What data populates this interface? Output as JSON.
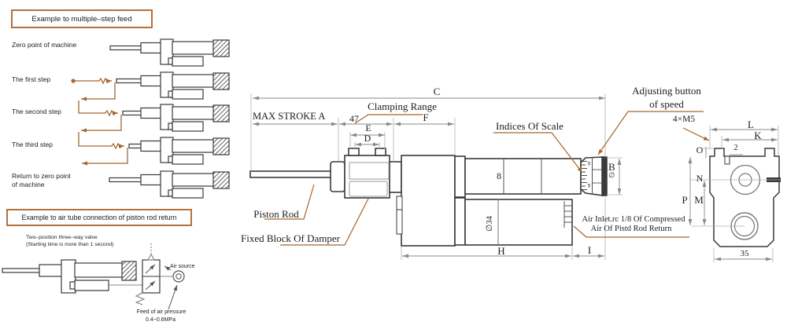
{
  "colors": {
    "leader_brown": "#a5672e",
    "box_border_brown": "#b5713a",
    "outline_dark": "#3a3a3a",
    "dimension_gray": "#8a8a8a"
  },
  "panel_left": {
    "box1_title": "Example to multiple–step feed",
    "steps": {
      "s1": "Zero point of machine",
      "s2": "The first step",
      "s3": "The second step",
      "s4": "The third step",
      "s5a": "Return to zero point",
      "s5b": "of machine"
    },
    "box2_title": "Example to air tube connection of piston rod return",
    "valve_note1": "Two–position three–way valve",
    "valve_note2": "(Starting time is more than 1 second)",
    "air_source_label": "Air source",
    "feed_label1": "Feed of air pressure",
    "feed_label2": "0.4~0.6MPa"
  },
  "main_view": {
    "dim_c": "C",
    "max_stroke": "MAX STROKE A",
    "dim_47": "47",
    "clamping_range": "Clamping Range",
    "dim_f": "F",
    "dim_e": "E",
    "dim_d": "D",
    "dim_8": "8",
    "indices_of_scale": "Indices Of Scale",
    "adjusting_button_line1": "Adjusting button",
    "adjusting_button_line2": "of speed",
    "scale_0": "0",
    "scale_5": "5",
    "dim_b": "B",
    "dim_b_dia": "∅",
    "piston_rod": "Piston Rod",
    "fixed_block": "Fixed Block Of Damper",
    "dia_34": "∅34",
    "dim_h": "H",
    "dim_i": "I",
    "air_inlet_line1": "Air Inlet.rc 1/8 Of Compressed",
    "air_inlet_line2": "Air Of Pistd Rod Return"
  },
  "end_view": {
    "bolt_spec": "4×M5",
    "dim_l": "L",
    "dim_k": "K",
    "dim_2": "2",
    "dim_o": "O",
    "dim_n": "N",
    "dim_p": "P",
    "dim_m": "M",
    "dim_35": "35"
  }
}
